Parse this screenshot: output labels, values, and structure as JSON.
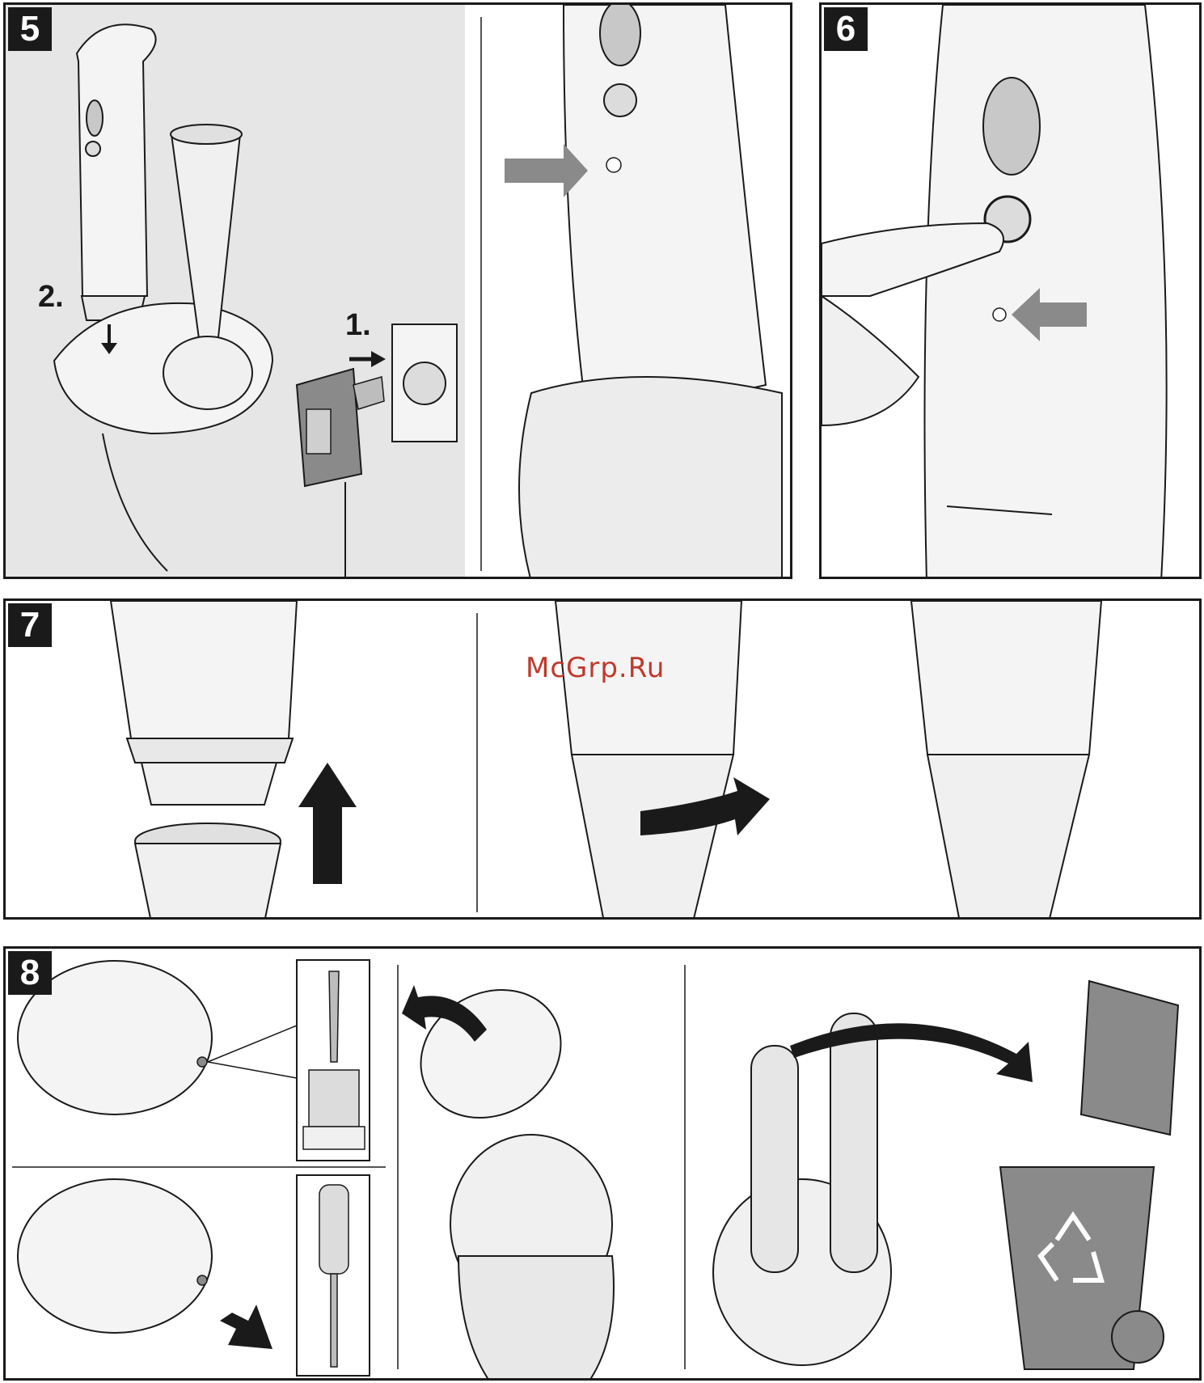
{
  "panels": [
    {
      "number": "5",
      "step_labels": [
        "2.",
        "1."
      ]
    },
    {
      "number": "6"
    },
    {
      "number": "7"
    },
    {
      "number": "8"
    }
  ],
  "watermark": "McGrp.Ru",
  "colors": {
    "outline": "#1a1a1a",
    "wall": "#e3e3e3",
    "device": "#f2f2f2",
    "shade": "#cfcfcf",
    "arrow_gray": "#8a8a8a",
    "watermark": "#c0392b"
  },
  "icons": [
    "blender-icon",
    "fruit-icon",
    "chopper-icon",
    "onion-herb-icon",
    "key-lock-icon",
    "battery-icon",
    "recycle-icon",
    "drill-icon",
    "screwdriver-icon",
    "trash-bin-icon"
  ]
}
